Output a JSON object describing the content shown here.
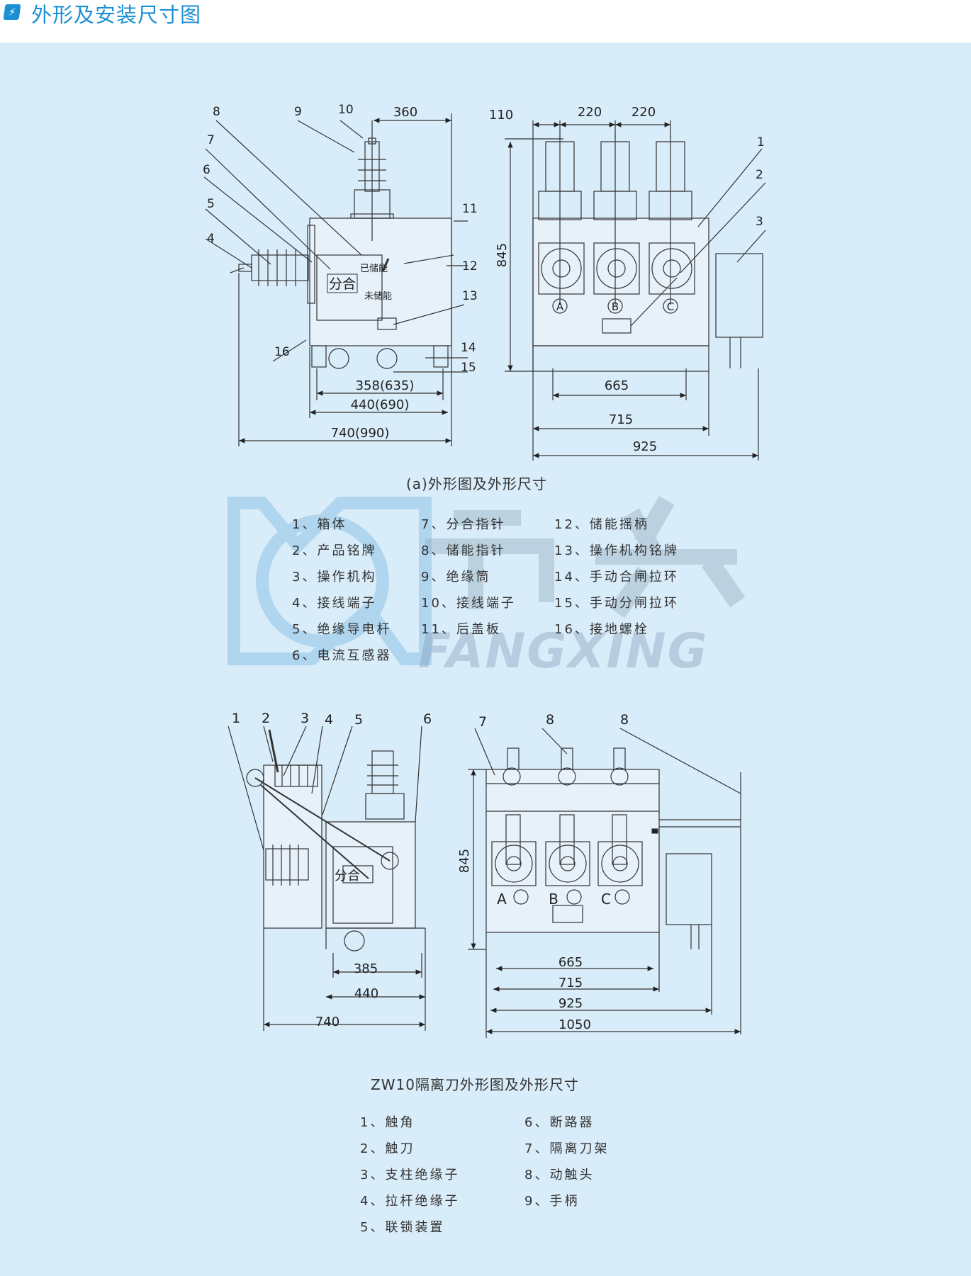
{
  "header": {
    "icon": "lightning-icon",
    "title": "外形及安装尺寸图",
    "accent": "#1a8fd4"
  },
  "panel_color": "#d9ecf9",
  "figure_a": {
    "caption": "(a)外形图及外形尺寸",
    "callouts": [
      "1",
      "2",
      "3",
      "4",
      "5",
      "6",
      "7",
      "8",
      "9",
      "10",
      "11",
      "12",
      "13",
      "14",
      "15",
      "16"
    ],
    "side_view_dimensions": [
      "360",
      "358(635)",
      "440(690)",
      "740(990)"
    ],
    "front_view_dimensions": [
      "110",
      "220",
      "220",
      "845",
      "665",
      "715",
      "925"
    ],
    "phase_labels": [
      "A",
      "B",
      "C"
    ],
    "panel_texts": {
      "open_close": "分合",
      "charged": "已储能",
      "uncharged": "未储能"
    },
    "legend": [
      [
        "1、箱体",
        "2、产品铭牌",
        "3、操作机构",
        "4、接线端子",
        "5、绝缘导电杆",
        "6、电流互感器"
      ],
      [
        "7、分合指针",
        "8、储能指针",
        "9、绝缘筒",
        "10、接线端子",
        "11、后盖板"
      ],
      [
        "12、储能摇柄",
        "13、操作机构铭牌",
        "14、手动合闸拉环",
        "15、手动分闸拉环",
        "16、接地螺栓"
      ]
    ]
  },
  "watermark": {
    "brand_cn": "方兴",
    "brand_en": "FANGXING",
    "color": "#8fb6d2"
  },
  "figure_b": {
    "caption": "ZW10隔离刀外形图及外形尺寸",
    "callouts_side": [
      "1",
      "2",
      "3",
      "4",
      "5",
      "6"
    ],
    "callouts_front": [
      "7",
      "8",
      "8"
    ],
    "side_view_dimensions": [
      "385",
      "440",
      "740"
    ],
    "front_view_dimensions": [
      "845",
      "665",
      "715",
      "925",
      "1050"
    ],
    "phase_labels": [
      "A",
      "B",
      "C"
    ],
    "panel_text": "分合",
    "legend": [
      [
        "1、触角",
        "2、触刀",
        "3、支柱绝缘子",
        "4、拉杆绝缘子",
        "5、联锁装置"
      ],
      [
        "6、断路器",
        "7、隔离刀架",
        "8、动触头",
        "9、手柄"
      ]
    ]
  }
}
